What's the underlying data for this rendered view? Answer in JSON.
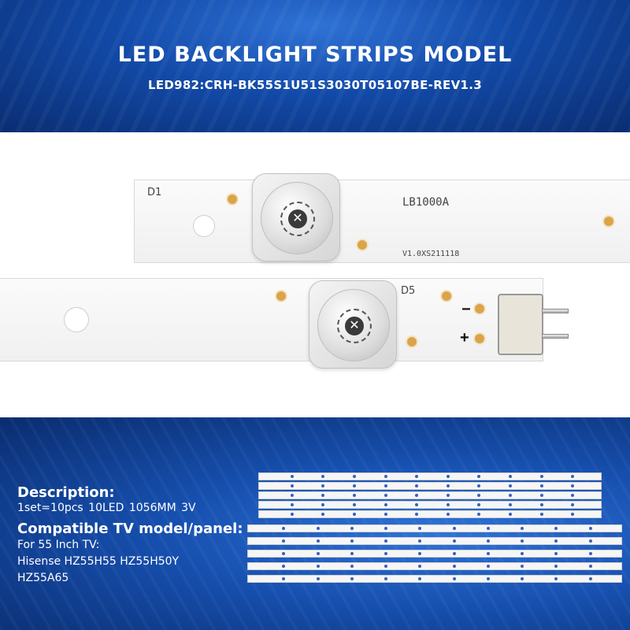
{
  "header": {
    "title": "LED BACKLIGHT STRIPS MODEL",
    "model": "LED982:CRH-BK55S1U51S3030T05107BE-REV1.3"
  },
  "photo": {
    "strip1": {
      "label": "D1",
      "code": "LB1000A",
      "version": "V1.0XS211118"
    },
    "strip2": {
      "label": "D5"
    },
    "polarity": {
      "negative": "−",
      "positive": "+"
    }
  },
  "description": {
    "heading": "Description:",
    "specs": "1set=10pcs  10LED  1056MM  3V"
  },
  "compatible": {
    "heading": "Compatible TV model/panel:",
    "lines": [
      "For 55 Inch TV:",
      "Hisense HZ55H55 HZ55H50Y",
      "HZ55A65"
    ]
  },
  "colors": {
    "header_blue": "#124aa8",
    "led_pad": "#d9a44a"
  },
  "icons": [
    "lens-icon",
    "connector-icon"
  ]
}
